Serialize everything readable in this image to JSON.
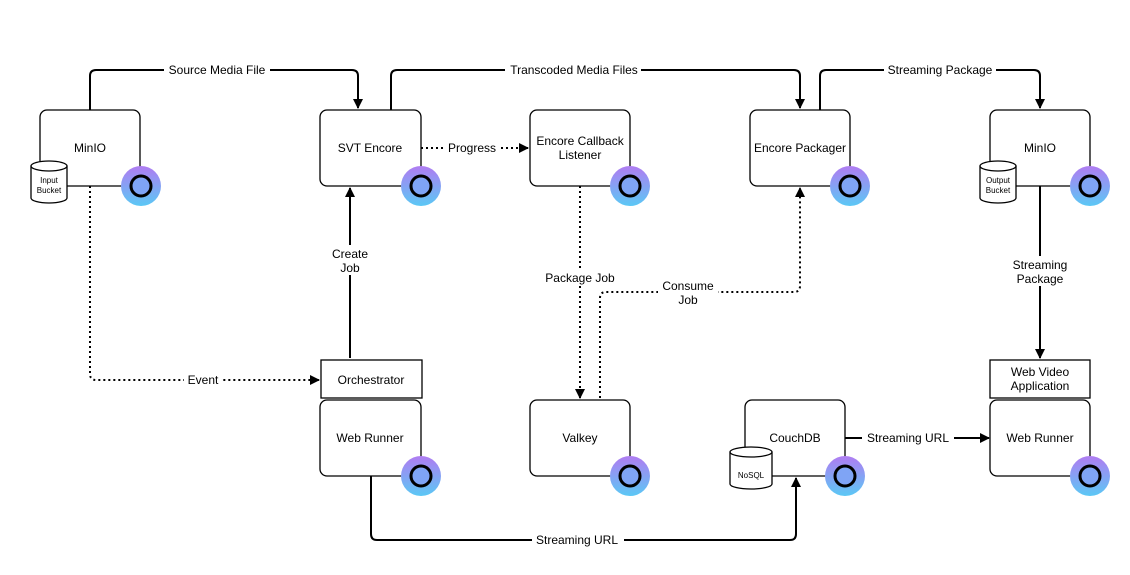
{
  "nodes": {
    "minio_input": {
      "label": "MinIO",
      "bucket_line1": "Input",
      "bucket_line2": "Bucket"
    },
    "svt_encore": {
      "label": "SVT Encore"
    },
    "callback_listener": {
      "label_line1": "Encore Callback",
      "label_line2": "Listener"
    },
    "encore_packager": {
      "label": "Encore Packager"
    },
    "minio_output": {
      "label": "MinIO",
      "bucket_line1": "Output",
      "bucket_line2": "Bucket"
    },
    "orchestrator": {
      "label": "Orchestrator"
    },
    "web_runner_left": {
      "label": "Web Runner"
    },
    "valkey": {
      "label": "Valkey"
    },
    "couchdb": {
      "label": "CouchDB",
      "db_label": "NoSQL"
    },
    "web_video_app": {
      "label_line1": "Web Video",
      "label_line2": "Application"
    },
    "web_runner_right": {
      "label": "Web Runner"
    }
  },
  "edges": {
    "source_media_file": "Source Media File",
    "transcoded_media_files": "Transcoded Media Files",
    "streaming_package_top": "Streaming Package",
    "progress": "Progress",
    "create_job_line1": "Create",
    "create_job_line2": "Job",
    "package_job": "Package Job",
    "consume_job_line1": "Consume",
    "consume_job_line2": "Job",
    "streaming_package_side_line1": "Streaming",
    "streaming_package_side_line2": "Package",
    "event": "Event",
    "streaming_url_right": "Streaming URL",
    "streaming_url_bottom": "Streaming URL"
  },
  "colors": {
    "badge_gradient_top": "#b07cf2",
    "badge_gradient_bottom": "#5bc8f5",
    "badge_inner": "#7fa4f5"
  }
}
